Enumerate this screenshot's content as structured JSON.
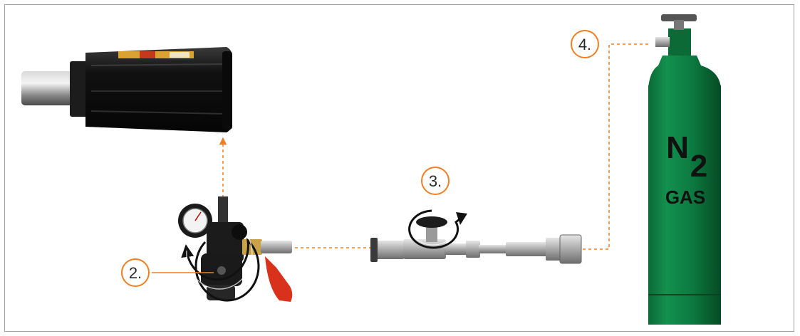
{
  "steps": [
    {
      "id": "2",
      "label": "2."
    },
    {
      "id": "3",
      "label": "3."
    },
    {
      "id": "4",
      "label": "4."
    }
  ],
  "cylinder": {
    "symbol": "N",
    "subscript": "2",
    "word": "GAS",
    "color": "#0a7a3e"
  },
  "colors": {
    "accent": "#f07f24",
    "connector_line": "#f07f24",
    "component_black": "#141414",
    "hose_steel": "#b8b8b8"
  },
  "icons": [
    "rotate-arrow-icon",
    "rotate-arrow-icon",
    "cylinder-valve-icon"
  ]
}
